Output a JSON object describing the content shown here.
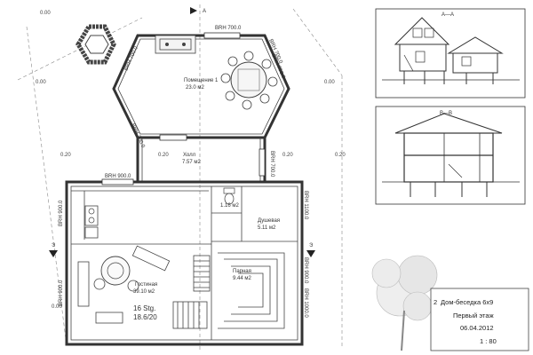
{
  "rooms": {
    "pavilion": {
      "name": "Помещение 1",
      "area": "23.0 м2"
    },
    "hall": {
      "name": "Холл",
      "area": "7.57 м2"
    },
    "wc": {
      "name": "",
      "area": "1.16 м2"
    },
    "shower": {
      "name": "Душевая",
      "area": "5.11 м2"
    },
    "steam": {
      "name": "Парная",
      "area": "9.44 м2"
    },
    "living": {
      "name": "Гостиная",
      "area": "39.10 м2"
    }
  },
  "window_labels": {
    "top": "BRH 700.0",
    "upper_right_a": "BRH 700.0",
    "upper_right_b": "BRH 700.0",
    "left_a": "BRH 700.0",
    "left_b": "BRH 700.0",
    "hall": "BRH 700.0",
    "house_top": "BRH 900.0",
    "house_left_a": "BRH 900.0",
    "house_left_b": "BRH 900.0",
    "house_right_a": "BRH 1100.0",
    "house_right_b": "BRH 900.0",
    "house_right_c": "BRH 1000.0"
  },
  "levels": [
    "0.00",
    "0.00",
    "0.00",
    "0.20",
    "0.20",
    "0.20",
    "0.20",
    "0.00"
  ],
  "stair": {
    "steps": "16 Stg.",
    "rise": "18.6/20"
  },
  "section_marks": {
    "plan_top": "A",
    "left": "ω",
    "right": "ω",
    "elev_a": "A—A",
    "elev_b": "B—B"
  },
  "title_block": {
    "number": "2",
    "project": "Дом-беседка 6х9",
    "sheet": "Первый этаж",
    "date": "06.04.2012",
    "scale": "1 : 80"
  }
}
